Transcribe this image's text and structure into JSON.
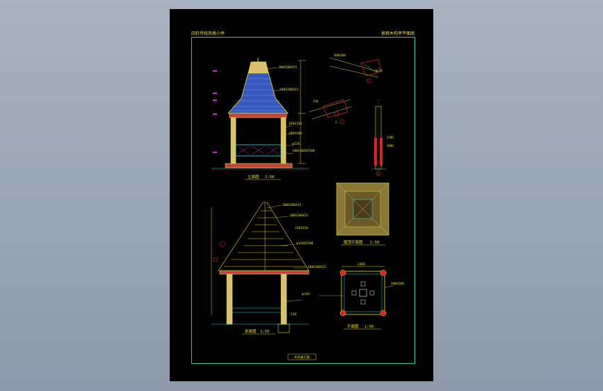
{
  "drawing": {
    "title_left": "四柱传统风格小亭",
    "title_right": "景观木构亭平面图",
    "footer_label": "-木亭施工图-",
    "scale": "1:50"
  },
  "views": {
    "front_elevation": {
      "label": "立面图",
      "scale": "1:50"
    },
    "section": {
      "label": "剖面图",
      "scale": "1:50"
    },
    "roof_plan": {
      "label": "屋顶平面图",
      "scale": "1:50"
    },
    "floor_plan": {
      "label": "平面图",
      "scale": "1:50"
    },
    "detail_1": {
      "label": "1"
    },
    "detail_2": {
      "label": "2"
    },
    "detail_3": {
      "label": "3"
    }
  },
  "annotations": {
    "elev_note_1": "300X300X15",
    "elev_note_2": "200X200X25",
    "elev_note_3": "150X150",
    "elev_note_4": "200X200",
    "elev_note_5": "φ120",
    "elev_note_6": "100X100X2500",
    "sect_note_1": "300X300X15",
    "sect_note_2": "200X200X25",
    "sect_note_3": "150X150",
    "sect_note_4": "φ120X2500",
    "sect_note_5": "200X200X25",
    "sect_note_6": "C20",
    "plan_note_1": "φ120",
    "plan_note_2": "200X200",
    "plan_note_3": "2400",
    "detail_note_1": "300X300",
    "detail_note_2": "φ120",
    "detail_note_3": "150",
    "detail_note_4": "2500",
    "dim_top": "3000"
  },
  "colors": {
    "sheet_bg": "#000000",
    "border": "#2fd08a",
    "yellow": "#e8e020",
    "cyan": "#20e0e0",
    "red": "#e02020",
    "magenta": "#e020e0",
    "green": "#30e060",
    "white": "#f0f0f0"
  }
}
